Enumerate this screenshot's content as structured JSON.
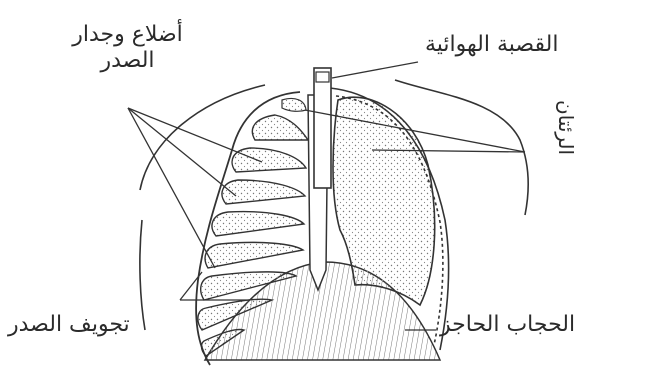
{
  "labels": {
    "ribs_chest_wall": [
      "أضلاع وجدار",
      "الصدر"
    ],
    "trachea": "القصبة الهوائية",
    "lungs": "الرئتان",
    "chest_cavity": "تجويف الصدر",
    "diaphragm": "الحجاب الحاجز"
  },
  "colors": {
    "line": "#333333",
    "background": "#ffffff",
    "stipple": "#777777"
  }
}
